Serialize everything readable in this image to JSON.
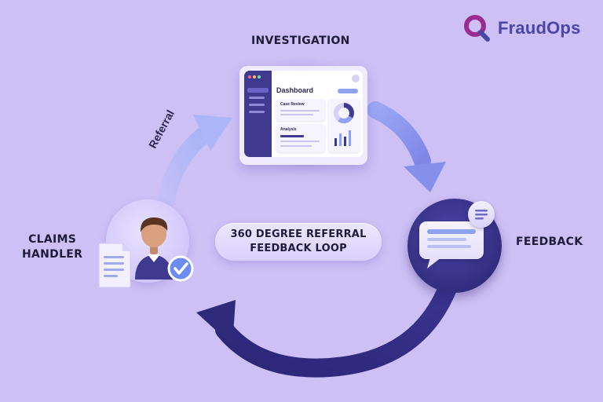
{
  "brand": {
    "name": "FraudOps",
    "logo_icon": "magnifier-logo-icon"
  },
  "labels": {
    "investigation": "INVESTIGATION",
    "feedback": "FEEDBACK",
    "claims_line1": "CLAIMS",
    "claims_line2": "HANDLER",
    "referral": "Referral"
  },
  "center": {
    "line1": "360 DEGREE REFERRAL",
    "line2": "FEEDBACK LOOP"
  },
  "dashboard": {
    "title": "Dashboard",
    "card1_title": "Case Review",
    "card2_title": "Analysis"
  },
  "colors": {
    "background": "#cdc0f5",
    "brand": "#4b45a8",
    "arrow_light": "#b6b0f5",
    "arrow_dark": "#3a348f",
    "navy": "#2f2a7a"
  }
}
